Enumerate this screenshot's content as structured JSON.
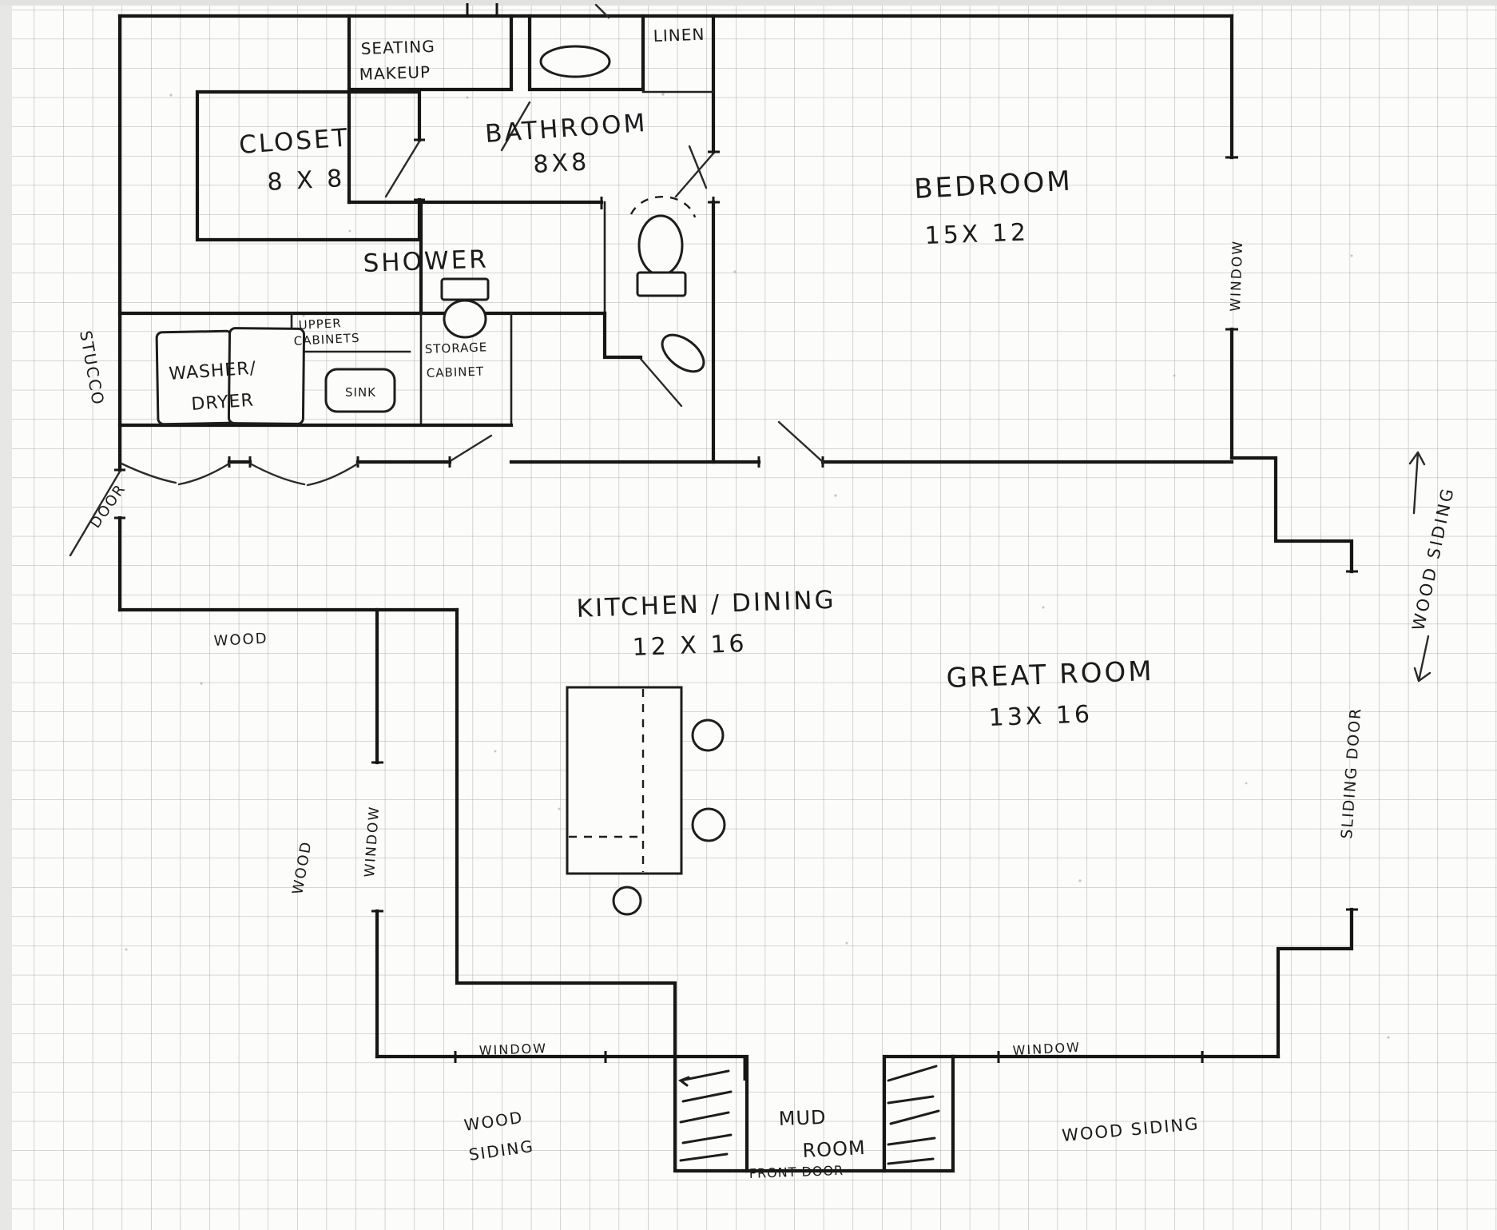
{
  "paper": {
    "background": "#fcfcfb",
    "grid_color": "#a3a3a3",
    "ink_color": "#1b1b1b"
  },
  "rooms": {
    "closet": {
      "name": "CLOSET",
      "size": "8 X 8"
    },
    "bathroom": {
      "name": "BATHROOM",
      "size": "8X8"
    },
    "shower": {
      "name": "SHOWER"
    },
    "bedroom": {
      "name": "BEDROOM",
      "size": "15X 12"
    },
    "kitchen_dining": {
      "name": "KITCHEN / DINING",
      "size": "12 X 16"
    },
    "great_room": {
      "name": "GREAT ROOM",
      "size": "13X 16"
    },
    "mud_room": {
      "line1": "MUD",
      "line2": "ROOM"
    },
    "linen_closet": {
      "name": "LINEN"
    },
    "vanity": {
      "line1": "SEATING",
      "line2": "MAKEUP"
    }
  },
  "fixtures": {
    "washer_dryer": {
      "line1": "WASHER/",
      "line2": "DRYER"
    },
    "sink": {
      "name": "SINK"
    },
    "upper_cabinets": {
      "line1": "UPPER",
      "line2": "CABINETS"
    },
    "storage_cabinet": {
      "line1": "STORAGE",
      "line2": "CABINET"
    }
  },
  "doors": {
    "side_door": "DOOR",
    "front_door": "FRONT DOOR",
    "sliding_door": "SLIDING DOOR"
  },
  "windows": {
    "bedroom_east": "WINDOW",
    "kitchen_west": "WINDOW",
    "kitchen_south": "WINDOW",
    "great_room_south": "WINDOW"
  },
  "materials": {
    "stucco": "STUCCO",
    "wood_hall": "WOOD",
    "wood_kitchen_west": "WOOD",
    "wood_siding_east": "WOOD SIDING",
    "wood_siding_south_left_line1": "WOOD",
    "wood_siding_south_left_line2": "SIDING",
    "wood_siding_south_right": "WOOD SIDING"
  }
}
